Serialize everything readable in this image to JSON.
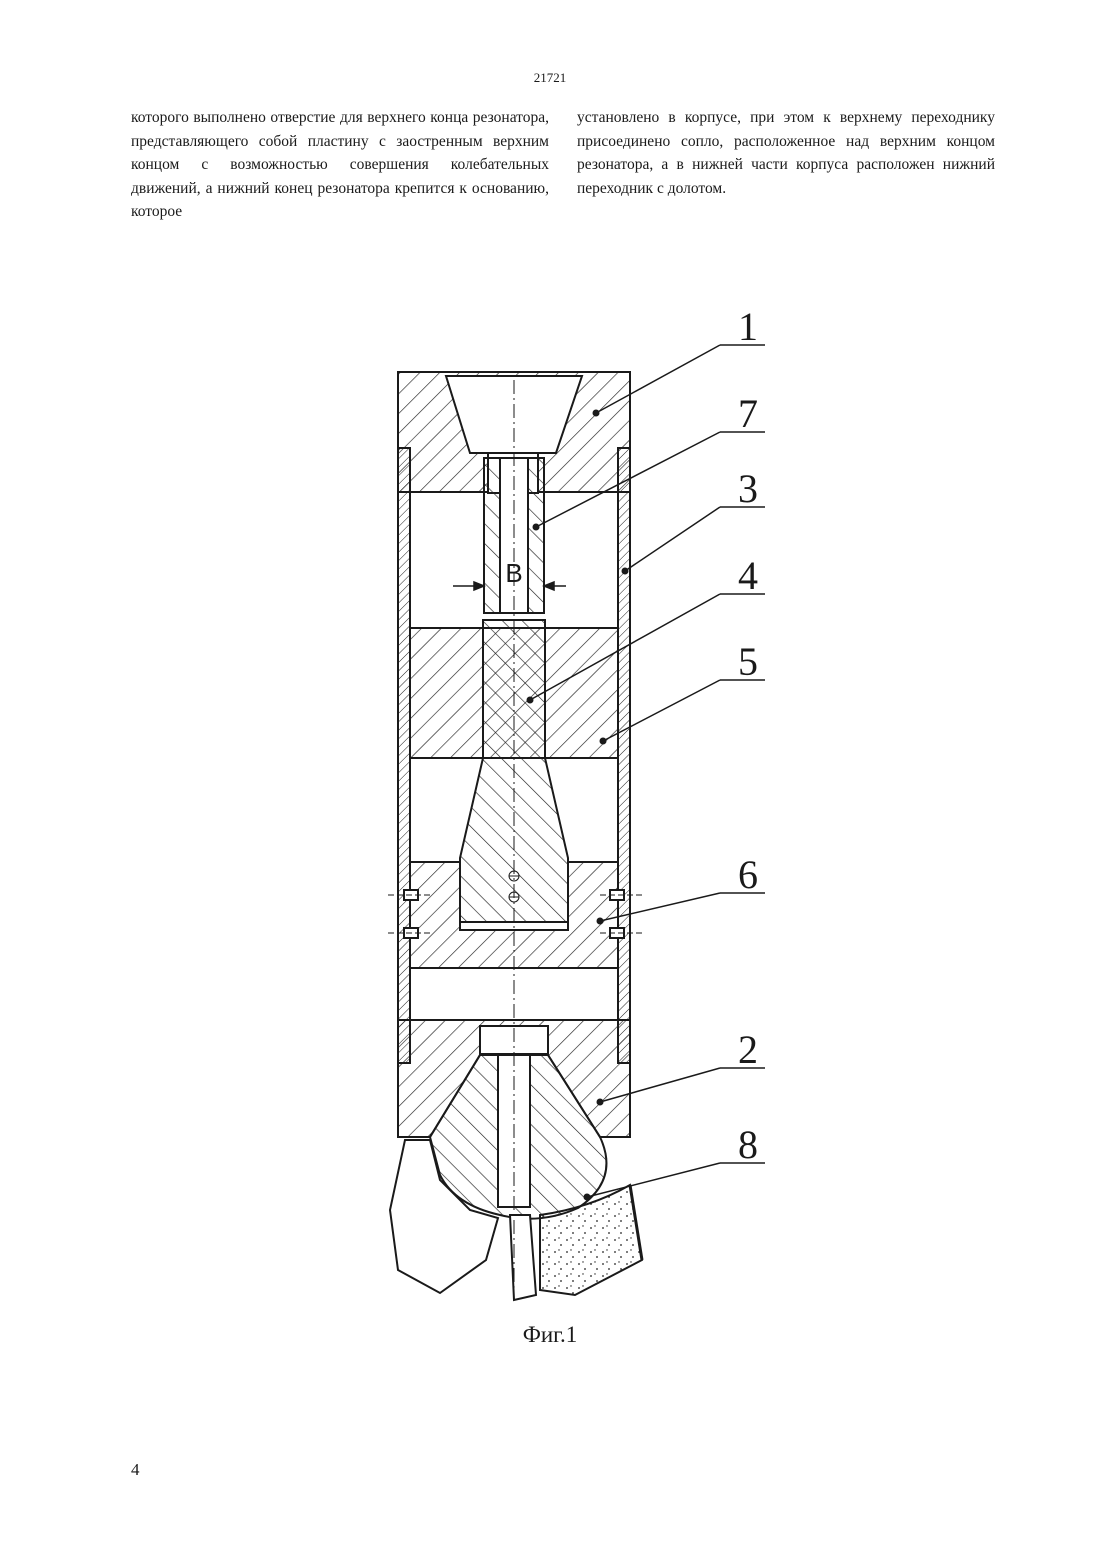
{
  "header": {
    "page_code": "21721"
  },
  "text": {
    "left_column": "которого выполнено отверстие для верхнего конца резонатора, представляющего собой пластину с заостренным верхним концом с возможностью совершения колебательных движений, а нижний конец резонатора крепится к основанию, которое",
    "right_column": "установлено в корпусе, при этом к верхнему переходнику присоединено сопло, расположенное над верхним концом резонатора, а в нижней части корпуса расположен нижний переходник с долотом."
  },
  "figure": {
    "caption": "Фиг.1",
    "callouts": [
      "1",
      "7",
      "3",
      "4",
      "5",
      "6",
      "2",
      "8"
    ],
    "dimension_label": "B"
  },
  "footer": {
    "page_number": "4"
  }
}
